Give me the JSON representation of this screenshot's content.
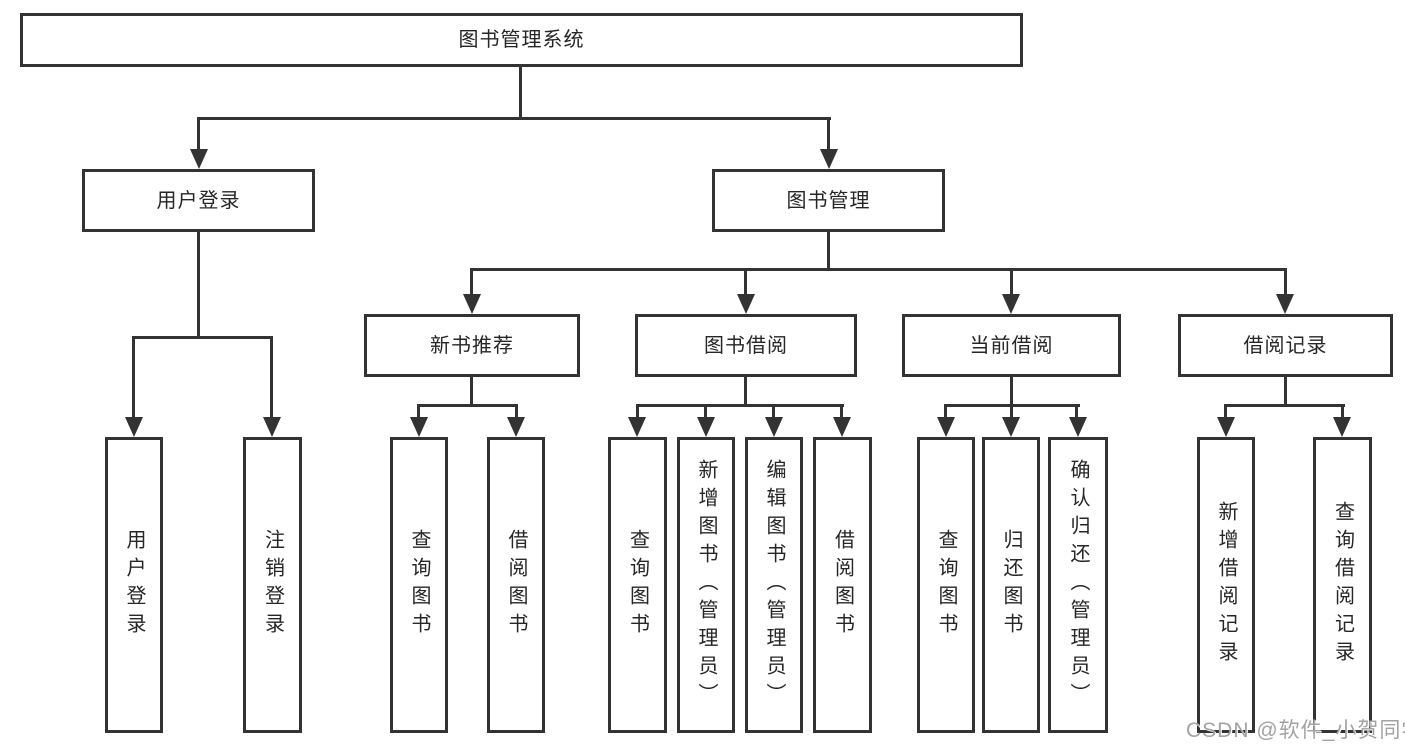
{
  "diagram": {
    "root": {
      "label": "图书管理系统"
    },
    "branches": {
      "user_login": {
        "label": "用户登录",
        "children": [
          "用户登录",
          "注销登录"
        ]
      },
      "book_management": {
        "label": "图书管理",
        "sections": {
          "new_book": {
            "label": "新书推荐",
            "children": [
              "查询图书",
              "借阅图书"
            ]
          },
          "borrow": {
            "label": "图书借阅",
            "children": [
              "查询图书",
              "新增图书（管理员）",
              "编辑图书（管理员）",
              "借阅图书"
            ]
          },
          "current": {
            "label": "当前借阅",
            "children": [
              "查询图书",
              "归还图书",
              "确认归还（管理员）"
            ]
          },
          "records": {
            "label": "借阅记录",
            "children": [
              "新增借阅记录",
              "查询借阅记录"
            ]
          }
        }
      }
    }
  },
  "watermark": "CSDN @软件_小贺同学",
  "colors": {
    "line": "#333333",
    "text": "#262626",
    "watermark": "#a3a3a3",
    "background": "#ffffff"
  }
}
